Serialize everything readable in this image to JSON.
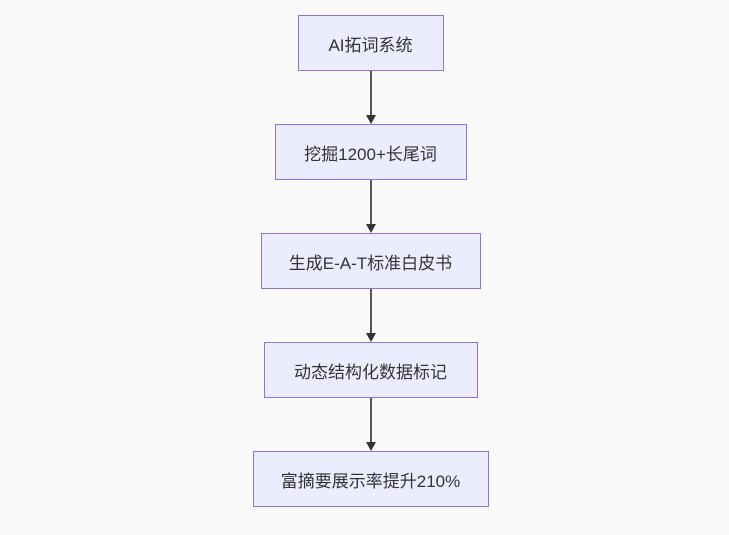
{
  "diagram": {
    "type": "flowchart",
    "direction": "top-down",
    "nodes": [
      {
        "label": "AI拓词系统"
      },
      {
        "label": "挖掘1200+长尾词"
      },
      {
        "label": "生成E-A-T标准白皮书"
      },
      {
        "label": "动态结构化数据标记"
      },
      {
        "label": "富摘要展示率提升210%"
      }
    ],
    "edges": [
      {
        "from": "AI拓词系统",
        "to": "挖掘1200+长尾词"
      },
      {
        "from": "挖掘1200+长尾词",
        "to": "生成E-A-T标准白皮书"
      },
      {
        "from": "生成E-A-T标准白皮书",
        "to": "动态结构化数据标记"
      },
      {
        "from": "动态结构化数据标记",
        "to": "富摘要展示率提升210%"
      }
    ],
    "colors": {
      "background": "#fafafa",
      "node_fill": "#ececff",
      "node_border": "#9370db",
      "text": "#333333",
      "arrow": "#333333"
    }
  }
}
